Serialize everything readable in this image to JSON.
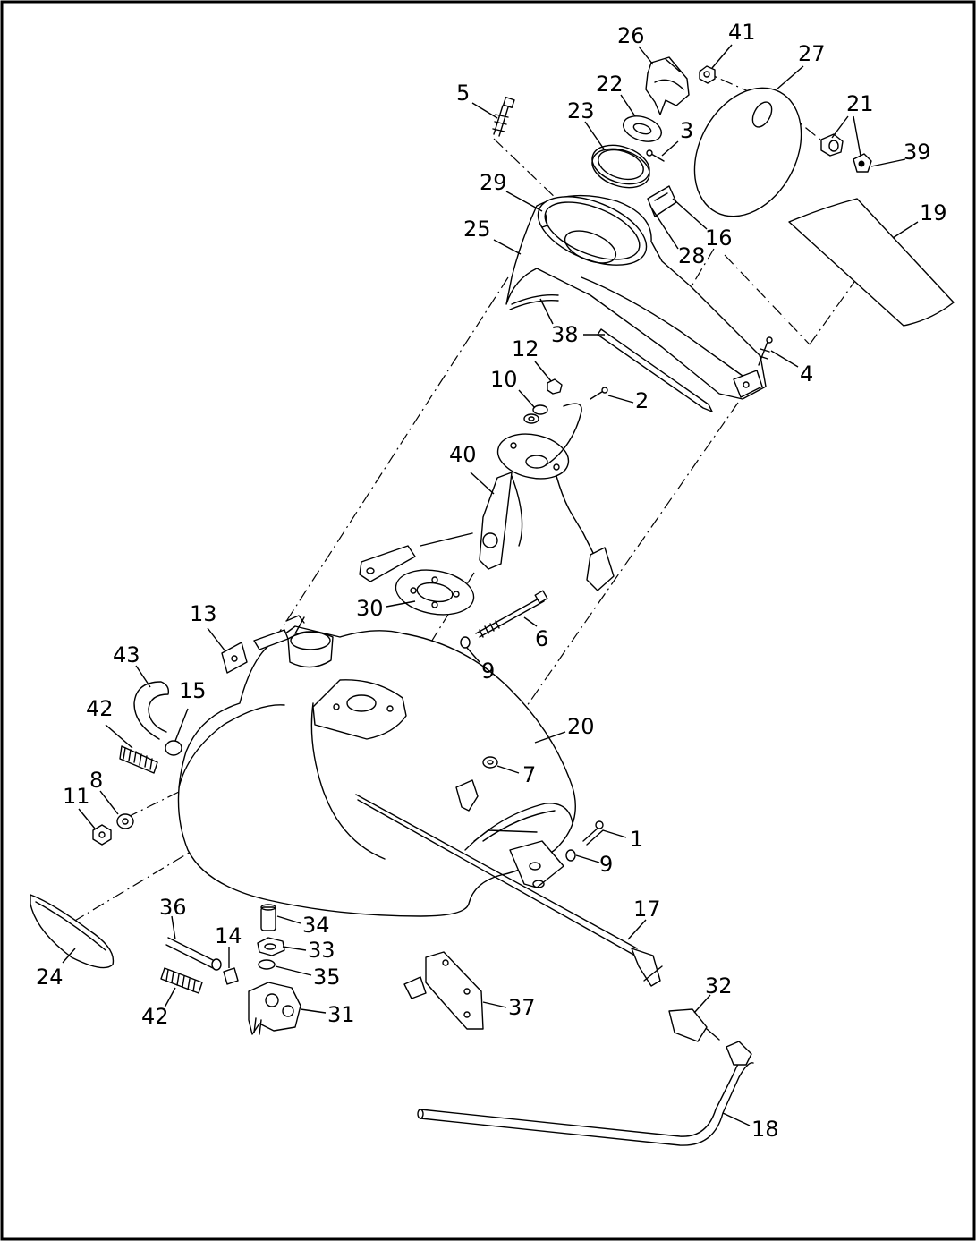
{
  "diagram": {
    "type": "exploded parts diagram",
    "callouts": [
      {
        "id": "c26",
        "label": "26"
      },
      {
        "id": "c41",
        "label": "41"
      },
      {
        "id": "c27",
        "label": "27"
      },
      {
        "id": "c22",
        "label": "22"
      },
      {
        "id": "c5",
        "label": "5"
      },
      {
        "id": "c23",
        "label": "23"
      },
      {
        "id": "c3",
        "label": "3"
      },
      {
        "id": "c21",
        "label": "21"
      },
      {
        "id": "c39",
        "label": "39"
      },
      {
        "id": "c29",
        "label": "29"
      },
      {
        "id": "c19",
        "label": "19"
      },
      {
        "id": "c25",
        "label": "25"
      },
      {
        "id": "c16",
        "label": "16"
      },
      {
        "id": "c28",
        "label": "28"
      },
      {
        "id": "c38",
        "label": "38"
      },
      {
        "id": "c12",
        "label": "12"
      },
      {
        "id": "c4",
        "label": "4"
      },
      {
        "id": "c10",
        "label": "10"
      },
      {
        "id": "c2",
        "label": "2"
      },
      {
        "id": "c40",
        "label": "40"
      },
      {
        "id": "c30",
        "label": "30"
      },
      {
        "id": "c6",
        "label": "6"
      },
      {
        "id": "c13",
        "label": "13"
      },
      {
        "id": "c43",
        "label": "43"
      },
      {
        "id": "c9a",
        "label": "9"
      },
      {
        "id": "c15",
        "label": "15"
      },
      {
        "id": "c42a",
        "label": "42"
      },
      {
        "id": "c20",
        "label": "20"
      },
      {
        "id": "c8",
        "label": "8"
      },
      {
        "id": "c7",
        "label": "7"
      },
      {
        "id": "c11",
        "label": "11"
      },
      {
        "id": "c1",
        "label": "1"
      },
      {
        "id": "c9b",
        "label": "9"
      },
      {
        "id": "c36",
        "label": "36"
      },
      {
        "id": "c34",
        "label": "34"
      },
      {
        "id": "c17",
        "label": "17"
      },
      {
        "id": "c14",
        "label": "14"
      },
      {
        "id": "c33",
        "label": "33"
      },
      {
        "id": "c24",
        "label": "24"
      },
      {
        "id": "c35",
        "label": "35"
      },
      {
        "id": "c32",
        "label": "32"
      },
      {
        "id": "c37",
        "label": "37"
      },
      {
        "id": "c31",
        "label": "31"
      },
      {
        "id": "c42b",
        "label": "42"
      },
      {
        "id": "c18",
        "label": "18"
      }
    ]
  }
}
